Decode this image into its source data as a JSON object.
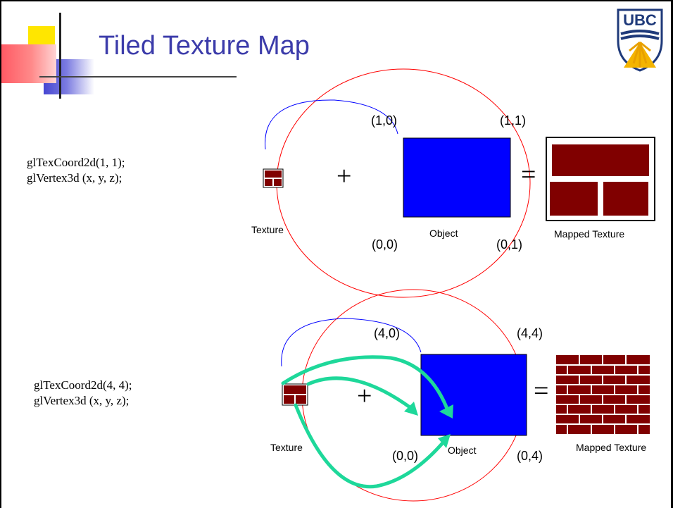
{
  "slide": {
    "title": "Tiled Texture Map",
    "logo_text": "UBC",
    "colors": {
      "title": "#3c3caa",
      "object": "#0000ff",
      "brick": "#800000",
      "arc_red": "#ff0000",
      "arc_blue": "#0000ff",
      "arrow": "#1ed89a"
    }
  },
  "top": {
    "code_line1": "glTexCoord2d(1, 1);",
    "code_line2": "glVertex3d (x, y, z);",
    "coord_tl": "(1,0)",
    "coord_tr": "(1,1)",
    "coord_bl": "(0,0)",
    "coord_br": "(0,1)",
    "plus": "+",
    "equals": "=",
    "texture_label": "Texture",
    "object_label": "Object",
    "mapped_label": "Mapped Texture"
  },
  "bottom": {
    "code_line1": "glTexCoord2d(4, 4);",
    "code_line2": "glVertex3d (x, y, z);",
    "coord_tl": "(4,0)",
    "coord_tr": "(4,4)",
    "coord_bl": "(0,0)",
    "coord_br": "(0,4)",
    "plus": "+",
    "equals": "=",
    "texture_label": "Texture",
    "object_label": "Object",
    "mapped_label": "Mapped Texture"
  }
}
